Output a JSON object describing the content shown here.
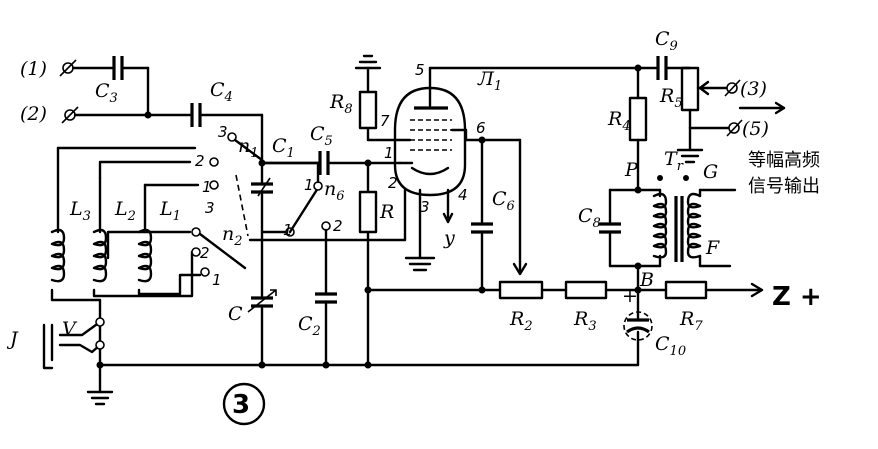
{
  "terminals": {
    "t1": "(1)",
    "t2": "(2)",
    "t3": "(3)",
    "t5": "(5)",
    "j": "J",
    "v": "V"
  },
  "components": {
    "c3": "C",
    "c3_sub": "3",
    "c4": "C",
    "c4_sub": "4",
    "c1": "C",
    "c1_sub": "1",
    "c5": "C",
    "c5_sub": "5",
    "c9": "C",
    "c9_sub": "9",
    "c6": "C",
    "c6_sub": "6",
    "c8": "C",
    "c8_sub": "8",
    "c2": "C",
    "c2_sub": "2",
    "c": "C",
    "c10": "C",
    "c10_sub": "10",
    "l1": "L",
    "l1_sub": "1",
    "l2": "L",
    "l2_sub": "2",
    "l3": "L",
    "l3_sub": "3",
    "r": "R",
    "r2": "R",
    "r2_sub": "2",
    "r3": "R",
    "r3_sub": "3",
    "r4": "R",
    "r4_sub": "4",
    "r5": "R",
    "r5_sub": "5",
    "r7": "R",
    "r7_sub": "7",
    "r8": "R",
    "r8_sub": "8",
    "tube": "Л",
    "tube_sub": "1",
    "tr": "T",
    "tr_sub": "r",
    "p1": "п",
    "p1_sub": "1",
    "p2": "п",
    "p2_sub": "2",
    "p6": "п",
    "p6_sub": "6"
  },
  "pins": {
    "pin1": "1",
    "pin2": "2",
    "pin3": "3",
    "pin4": "4",
    "pin5": "5",
    "pin6": "6",
    "pin7": "7",
    "pos_a": "3",
    "pos_b": "2",
    "pos_c": "1",
    "pos_d": "3",
    "pos_e": "2",
    "pos_f": "1",
    "pos_g": "1",
    "pos_h": "2",
    "pos_i": "1",
    "pos_j": "2"
  },
  "nodes": {
    "p": "P",
    "g": "G",
    "f": "F",
    "b": "B",
    "y": "y",
    "plus": "+",
    "z_plus": "Z +"
  },
  "output_label": {
    "line1": "等幅高频",
    "line2": "信号输出"
  },
  "figure_badge": "3"
}
